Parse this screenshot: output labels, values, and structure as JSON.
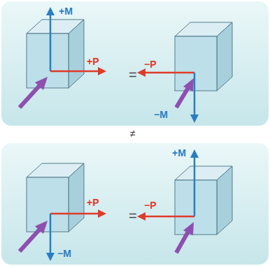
{
  "diagram": {
    "nodes": [
      {
        "text": [
          "+M",
          "+P",
          "=",
          "−P",
          "−M"
        ]
      },
      {
        "text": [
          "+P",
          "=",
          "−P",
          "−M",
          "+M"
        ]
      }
    ],
    "labels": [
      "≠"
    ]
  }
}
